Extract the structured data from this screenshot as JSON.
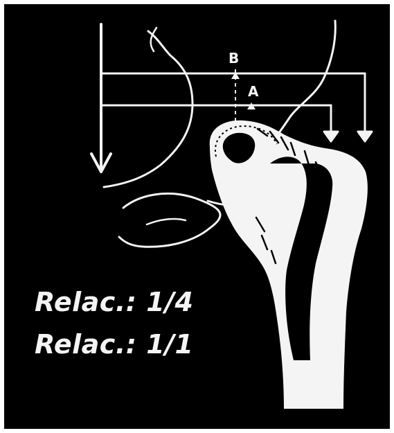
{
  "figure": {
    "background_color": "#000000",
    "frame_color": "#ffffff",
    "ink_color": "#f4f4f4",
    "subject": "proximal femur with femoral head in acetabulum",
    "arrow_icon": "arrow-down-icon"
  },
  "labels": {
    "point_b": "B",
    "point_a": "A"
  },
  "ratios": [
    {
      "text": "Relac.: 1/4"
    },
    {
      "text": "Relac.: 1/1"
    }
  ]
}
